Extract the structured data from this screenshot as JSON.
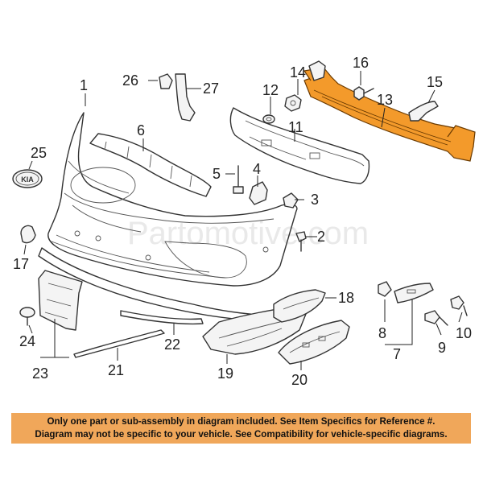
{
  "diagram": {
    "watermark": "Partomotive.com",
    "highlight_color": "#f39a2b",
    "callouts": [
      "1",
      "2",
      "3",
      "4",
      "5",
      "6",
      "7",
      "8",
      "9",
      "10",
      "11",
      "12",
      "13",
      "14",
      "15",
      "16",
      "17",
      "18",
      "19",
      "20",
      "21",
      "22",
      "23",
      "24",
      "25",
      "26",
      "27"
    ],
    "emblem_text": "KIA"
  },
  "disclaimer": {
    "line1": "Only one part or sub-assembly in diagram included. See Item Specifics for Reference #.",
    "line2": "Diagram may not be specific to your vehicle. See Compatibility for vehicle-specific diagrams.",
    "background": "#f0a75a"
  }
}
